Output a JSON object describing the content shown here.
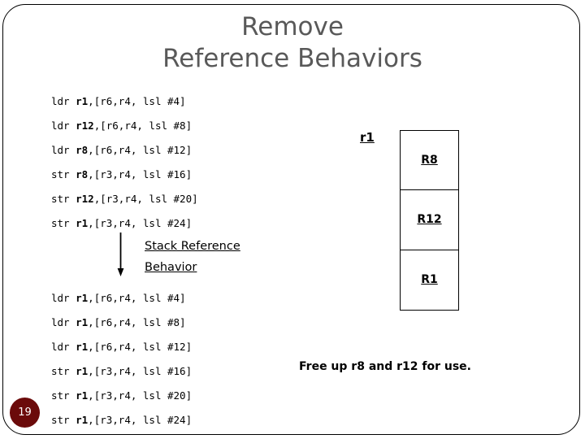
{
  "slide": {
    "title": "Remove\nReference Behaviors",
    "number": "19",
    "number_color": "#6B0A0A",
    "title_color": "#595959"
  },
  "code_block_before": {
    "name": "original-code-listing",
    "lines": [
      {
        "op": "ldr ",
        "reg": "r1",
        "rest": ",[r6,r4, lsl #4]"
      },
      {
        "op": "ldr ",
        "reg": "r12",
        "rest": ",[r6,r4, lsl #8]"
      },
      {
        "op": "ldr ",
        "reg": "r8",
        "rest": ",[r6,r4, lsl #12]"
      },
      {
        "op": "str ",
        "reg": "r8",
        "rest": ",[r3,r4, lsl #16]"
      },
      {
        "op": "str ",
        "reg": "r12",
        "rest": ",[r3,r4, lsl #20]"
      },
      {
        "op": "str ",
        "reg": "r1",
        "rest": ",[r3,r4, lsl #24]"
      }
    ]
  },
  "code_block_after": {
    "name": "rewritten-code-listing",
    "lines": [
      {
        "op": "ldr ",
        "reg": "r1",
        "rest": ",[r6,r4, lsl #4]"
      },
      {
        "op": "ldr ",
        "reg": "r1",
        "rest": ",[r6,r4, lsl #8]"
      },
      {
        "op": "ldr ",
        "reg": "r1",
        "rest": ",[r6,r4, lsl #12]"
      },
      {
        "op": "str ",
        "reg": "r1",
        "rest": ",[r3,r4, lsl #16]"
      },
      {
        "op": "str ",
        "reg": "r1",
        "rest": ",[r3,r4, lsl #20]"
      },
      {
        "op": "str ",
        "reg": "r1",
        "rest": ",[r3,r4, lsl #24]"
      }
    ]
  },
  "annotation": {
    "stack_reference_line1": "Stack Reference",
    "stack_reference_line2": "Behavior",
    "free_note": "Free up r8 and r12 for use."
  },
  "register_stack": {
    "label": "r1",
    "cells": [
      {
        "label": "R8"
      },
      {
        "label": "R12"
      },
      {
        "label": "R1"
      }
    ]
  }
}
